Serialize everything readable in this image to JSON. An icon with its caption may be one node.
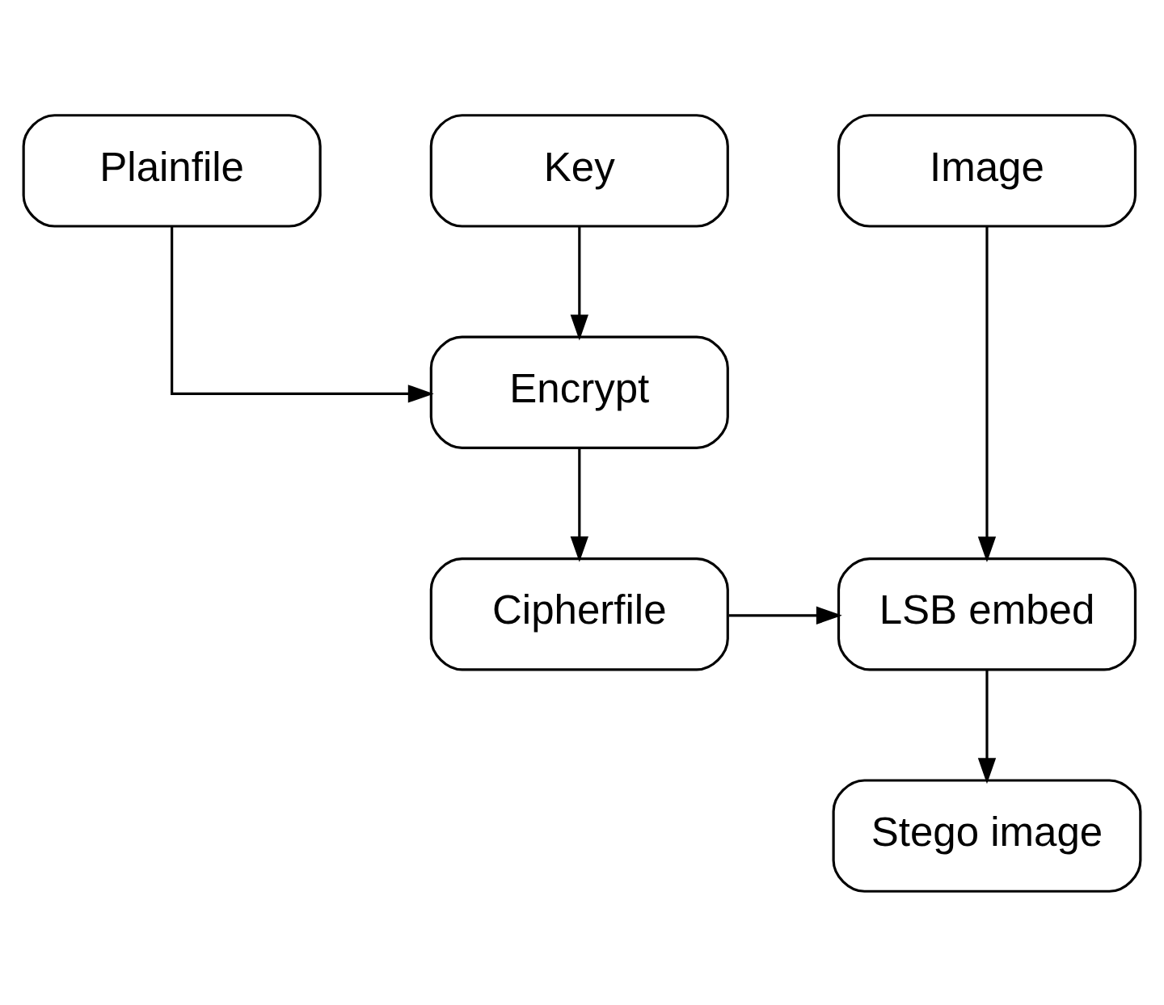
{
  "diagram": {
    "nodes": [
      {
        "text": [
          "Plainfile"
        ]
      },
      {
        "text": [
          "Key"
        ]
      },
      {
        "text": [
          "Image"
        ]
      },
      {
        "text": [
          "Encrypt"
        ]
      },
      {
        "text": [
          "Cipherfile"
        ]
      },
      {
        "text": [
          "LSB embed"
        ]
      },
      {
        "text": [
          "Stego image"
        ]
      }
    ],
    "edges": [
      {
        "from": 0,
        "to": 3,
        "arrow": "to"
      },
      {
        "from": 1,
        "to": 3,
        "arrow": "to"
      },
      {
        "from": 3,
        "to": 4,
        "arrow": "to"
      },
      {
        "from": 4,
        "to": 5,
        "arrow": "to"
      },
      {
        "from": 2,
        "to": 5,
        "arrow": "to"
      },
      {
        "from": 5,
        "to": 6,
        "arrow": "to"
      }
    ]
  }
}
